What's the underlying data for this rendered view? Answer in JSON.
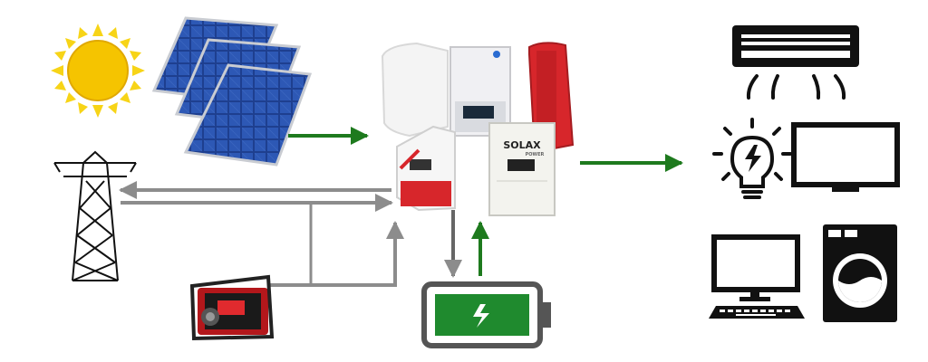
{
  "diagram": {
    "colors": {
      "flow_arrow": "#1e7a1e",
      "grid_line": "#8c8c8c",
      "sun": "#f7d417",
      "battery_fill": "#1f8a2e",
      "inverter_red": "#d7262b",
      "appliance": "#111111"
    },
    "inverter_labels": {
      "solax": "SOLAX",
      "solax_sub": "POWER"
    },
    "components": [
      {
        "name": "sun",
        "icon": "sun-icon"
      },
      {
        "name": "solar-panels",
        "icon": "solar-panel-icon"
      },
      {
        "name": "power-grid",
        "icon": "transmission-tower-icon"
      },
      {
        "name": "generator",
        "icon": "generator-icon"
      },
      {
        "name": "inverters",
        "icon": "inverter-icon"
      },
      {
        "name": "battery",
        "icon": "battery-icon"
      },
      {
        "name": "air-conditioner",
        "icon": "air-conditioner-icon"
      },
      {
        "name": "light-bulb",
        "icon": "light-bulb-icon"
      },
      {
        "name": "television",
        "icon": "tv-icon"
      },
      {
        "name": "desktop-computer",
        "icon": "desktop-computer-icon"
      },
      {
        "name": "washing-machine",
        "icon": "washing-machine-icon"
      }
    ]
  }
}
